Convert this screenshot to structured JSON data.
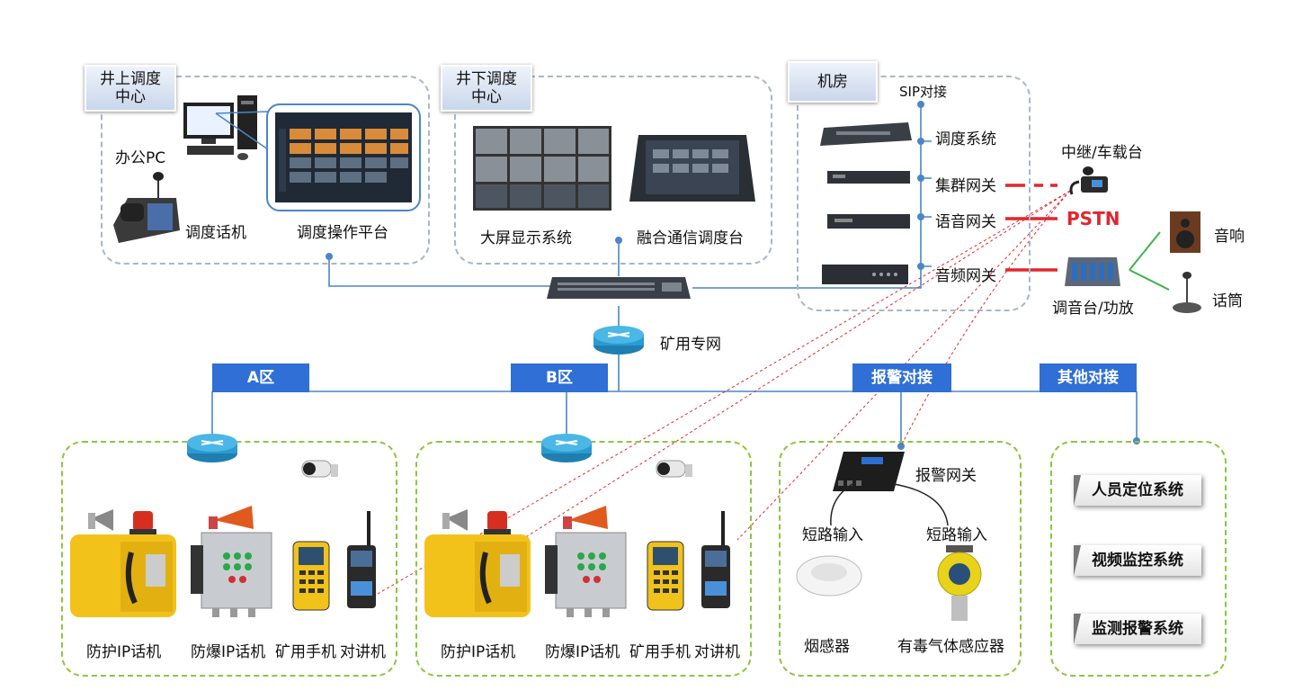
{
  "areas": {
    "surface_center": "井上调度\n中心",
    "underground_center": "井下调度\n中心",
    "machine_room": "机房"
  },
  "surface": {
    "office_pc": "办公PC",
    "dispatch_phone": "调度话机",
    "dispatch_platform": "调度操作平台"
  },
  "underground": {
    "big_screen": "大屏显示系统",
    "fusion_console": "融合通信调度台"
  },
  "machine": {
    "sip": "SIP对接",
    "dispatch_system": "调度系统",
    "trunk_gateway": "集群网关",
    "voice_gateway": "语音网关",
    "audio_gateway": "音频网关"
  },
  "external": {
    "relay": "中继/车载台",
    "pstn": "PSTN",
    "mixer": "调音台/功放",
    "speaker": "音响",
    "microphone": "话筒"
  },
  "network": {
    "mine_network": "矿用专网",
    "zone_a": "A区",
    "zone_b": "B区",
    "alarm_dock": "报警对接",
    "other_dock": "其他对接"
  },
  "zone_devices": {
    "ip_phone": "防护IP话机",
    "explosion_phone": "防爆IP话机",
    "mine_handset": "矿用手机",
    "walkie": "对讲机"
  },
  "alarm": {
    "alarm_gateway": "报警网关",
    "short_input_1": "短路输入",
    "short_input_2": "短路输入",
    "smoke_sensor": "烟感器",
    "gas_sensor": "有毒气体感应器"
  },
  "other_systems": [
    "人员定位系统",
    "视频监控系统",
    "监测报警系统"
  ],
  "colors": {
    "line_blue": "#4a86c8",
    "zone_blue": "#2f6fd6",
    "red": "#e1262d",
    "green": "#3cb34a",
    "dash_green": "#8cc63f"
  }
}
